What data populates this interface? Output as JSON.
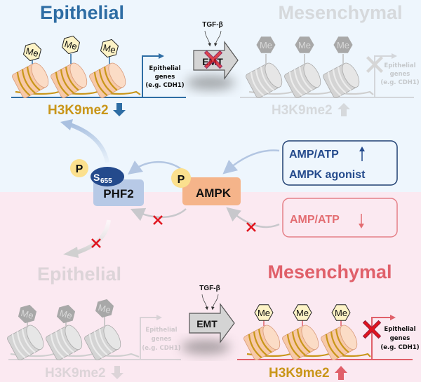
{
  "colors": {
    "top_bg": "#eef6fd",
    "bottom_bg": "#fbe9f1",
    "epithelial_blue": "#2e6da4",
    "mesenchymal_red": "#e0606a",
    "faded_gray": "#c8c8c8",
    "dna_gold": "#c9961a",
    "nucleosome_fill": "#f7c9a8",
    "me_fill": "#fdf3c6",
    "phf2_fill": "#b7c9e6",
    "ampk_fill": "#f5b48a",
    "p_circle": "#fbe08e",
    "s655_fill": "#244a8c",
    "x_red": "#e0141e"
  },
  "top_panel": {
    "left_title": "Epithelial",
    "right_title": "Mesenchymal",
    "left_me_labels": [
      "Me",
      "Me",
      "Me"
    ],
    "right_me_labels": [
      "Me",
      "Me",
      "Me"
    ],
    "left_gene_label": [
      "Epithelial",
      "genes",
      "(e.g. CDH1)"
    ],
    "right_gene_label": [
      "Epithelial",
      "genes",
      "(e.g. CDH1)"
    ],
    "left_mark": "H3K9me2",
    "left_mark_direction": "down",
    "right_mark": "H3K9me2",
    "right_mark_direction": "up",
    "emt_label": "EMT",
    "emt_blocked": true,
    "tgf_label": "TGF-β"
  },
  "middle": {
    "phf2_label": "PHF2",
    "ampk_label": "AMPK",
    "phospho_label": "P",
    "site_label_letter": "S",
    "site_label_number": "655",
    "activator_box": {
      "line1": "AMP/ATP",
      "line1_arrow": "up",
      "line2": "AMPK agonist"
    },
    "inhibitor_box": {
      "line1": "AMP/ATP",
      "line1_arrow": "down"
    }
  },
  "bottom_panel": {
    "left_title": "Epithelial",
    "right_title": "Mesenchymal",
    "left_me_labels": [
      "Me",
      "Me",
      "Me"
    ],
    "right_me_labels": [
      "Me",
      "Me",
      "Me"
    ],
    "left_gene_label": [
      "Epithelial",
      "genes",
      "(e.g. CDH1)"
    ],
    "right_gene_label": [
      "Epithelial",
      "genes",
      "(e.g. CDH1)"
    ],
    "left_mark": "H3K9me2",
    "left_mark_direction": "down",
    "right_mark": "H3K9me2",
    "right_mark_direction": "up",
    "emt_label": "EMT",
    "emt_blocked": false,
    "tgf_label": "TGF-β"
  }
}
